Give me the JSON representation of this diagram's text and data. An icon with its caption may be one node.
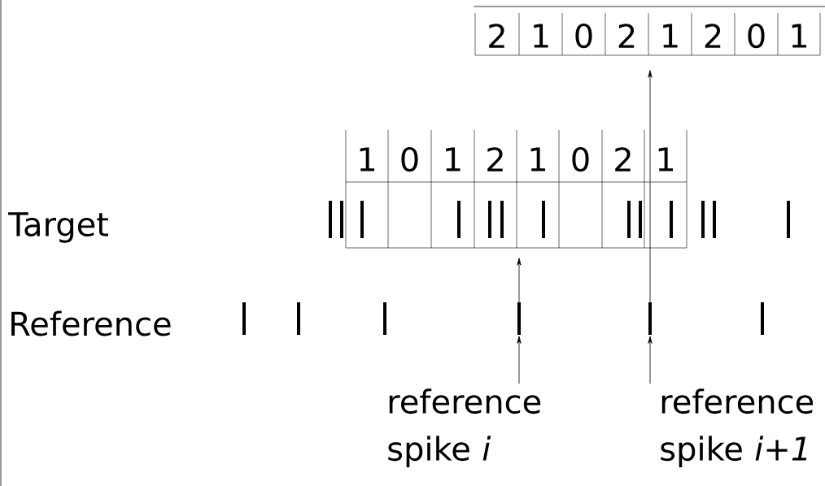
{
  "diagram": {
    "nodes": [
      {
        "text": [],
        "shape": "bar"
      },
      {
        "text": [],
        "shape": "bar"
      },
      {
        "text": [],
        "shape": "bar"
      },
      {
        "text": [],
        "shape": "bar"
      },
      {
        "text": [],
        "shape": "bar"
      },
      {
        "text": [],
        "shape": "bar"
      },
      {
        "text": [
          "reference spike *i*"
        ]
      },
      {
        "text": [
          "reference spike *i+1*"
        ]
      }
    ],
    "edges": [
      {
        "from": 6,
        "to": 3,
        "arrow": "to"
      },
      {
        "from": 7,
        "to": 4,
        "arrow": "to"
      },
      {
        "from": 3,
        "to": null,
        "arrow": "to"
      },
      {
        "from": 4,
        "to": null,
        "arrow": "to"
      }
    ],
    "labels": [
      "2",
      "1",
      "0",
      "2",
      "1",
      "2",
      "0",
      "1",
      "1",
      "0",
      "1",
      "2",
      "1",
      "0",
      "2",
      "1",
      "Target",
      "Reference"
    ]
  }
}
